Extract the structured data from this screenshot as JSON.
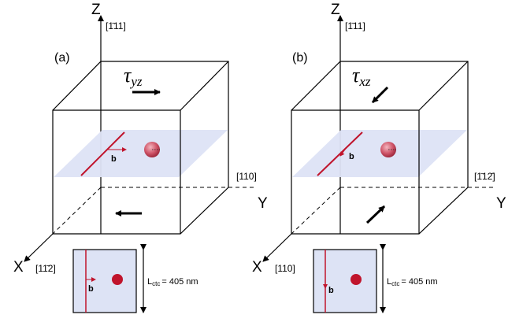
{
  "panels": [
    {
      "label": "(a)",
      "axis_z": "Z",
      "axis_y": "Y",
      "axis_x": "X",
      "dir_z": "[1̄11]",
      "dir_y": "[110]",
      "dir_x": "[11̄2]",
      "shear_symbol": "τ",
      "shear_sub": "yz",
      "burgers": "b",
      "size_prefix": "L",
      "size_sub": "ctc",
      "size_value": "= 405 nm"
    },
    {
      "label": "(b)",
      "axis_z": "Z",
      "axis_y": "Y",
      "axis_x": "X",
      "dir_z": "[1̄11]",
      "dir_y": "[1̄12̄]",
      "dir_x": "[110]",
      "shear_symbol": "τ",
      "shear_sub": "xz",
      "burgers": "b",
      "size_prefix": "L",
      "size_sub": "ctc",
      "size_value": "= 405 nm"
    }
  ],
  "colors": {
    "line": "#000000",
    "plane": "#dde3f5",
    "dislocation": "#c0142c",
    "precipitate": "#c9455a"
  }
}
